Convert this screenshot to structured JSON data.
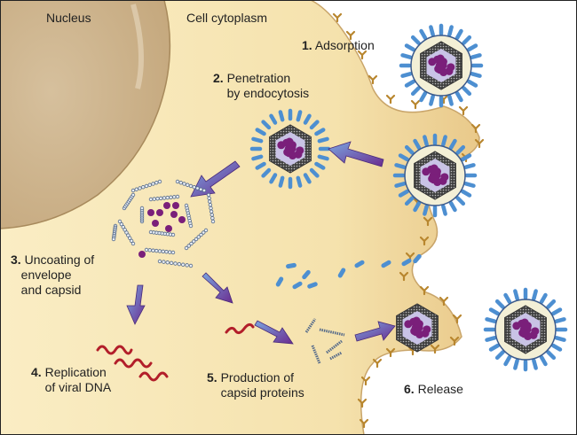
{
  "title": "Viral replication cycle",
  "regions": {
    "nucleus": "Nucleus",
    "cytoplasm": "Cell cytoplasm"
  },
  "steps": [
    {
      "num": "1.",
      "line1": "Adsorption",
      "line2": "",
      "line3": ""
    },
    {
      "num": "2.",
      "line1": "Penetration",
      "line2": "by endocytosis",
      "line3": ""
    },
    {
      "num": "3.",
      "line1": "Uncoating of",
      "line2": "envelope",
      "line3": "and capsid"
    },
    {
      "num": "4.",
      "line1": "Replication",
      "line2": "of viral DNA",
      "line3": ""
    },
    {
      "num": "5.",
      "line1": "Production of",
      "line2": "capsid proteins",
      "line3": ""
    },
    {
      "num": "6.",
      "line1": "Release",
      "line2": "",
      "line3": ""
    }
  ],
  "colors": {
    "cytoplasm": "#f7e7b8",
    "nucleus": "#cdb38c",
    "membrane": "#b8862e",
    "spike": "#4d8fd1",
    "capsid": "#555555",
    "dna": "#7a1f7a",
    "viral_dna": "#b21e2a",
    "arrow": "#6a4cb0"
  }
}
